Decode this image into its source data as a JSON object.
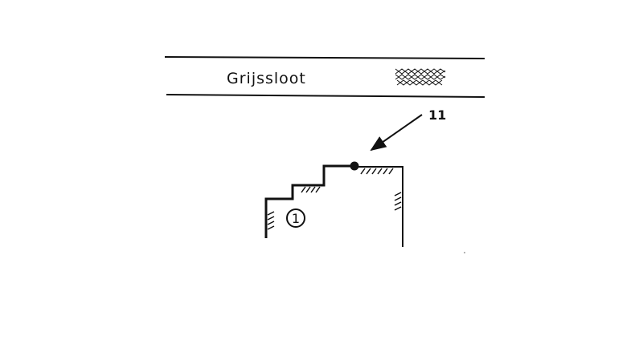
{
  "legend": {
    "label": "Grijssloot",
    "swatch_icon": "crosshatch-swatch-icon"
  },
  "callout": {
    "number": "11"
  },
  "profile": {
    "step_marker": "1"
  },
  "colors": {
    "ink": "#111111",
    "background": "#ffffff"
  }
}
